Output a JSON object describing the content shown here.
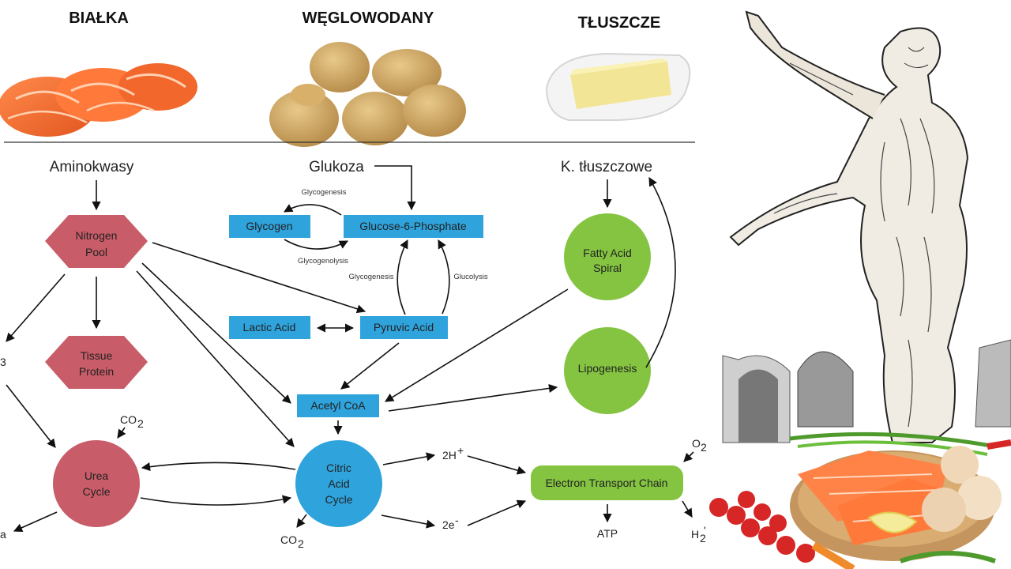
{
  "headers": {
    "proteins": "BIAŁKA",
    "carbs": "WĘGLOWODANY",
    "fats": "TŁUSZCZE"
  },
  "sources": {
    "amino": "Aminokwasy",
    "glucose": "Glukoza",
    "fatty": "K. tłuszczowe"
  },
  "nodes": {
    "nitrogen_pool": [
      "Nitrogen",
      "Pool"
    ],
    "tissue_protein": [
      "Tissue",
      "Protein"
    ],
    "urea_cycle": [
      "Urea",
      "Cycle"
    ],
    "glycogen": "Glycogen",
    "g6p": "Glucose-6-Phosphate",
    "lactic": "Lactic Acid",
    "pyruvic": "Pyruvic Acid",
    "acetyl": "Acetyl CoA",
    "citric": [
      "Citric",
      "Acid",
      "Cycle"
    ],
    "fatty_spiral": [
      "Fatty Acid",
      "Spiral"
    ],
    "lipogenesis": "Lipogenesis",
    "etc": "Electron Transport Chain"
  },
  "edge_labels": {
    "glycogenesis_top": "Glycogenesis",
    "glycogenolysis": "Glycogenolysis",
    "glycogenesis_side": "Glycogenesis",
    "glucolysis": "Glucolysis"
  },
  "annotations": {
    "co2": "CO",
    "co2_sub": "2",
    "h_plus": "2H",
    "h_sup": "+",
    "e_minus": "2e",
    "e_sup": "-",
    "o2": "O",
    "o2_sub": "2",
    "atp": "ATP",
    "h2": "H",
    "h2_sub": "2",
    "h2_cut": "'",
    "left_partial_top": "3",
    "left_partial_bottom": "a"
  },
  "colors": {
    "protein": "#c85c68",
    "carb": "#2fa3dc",
    "fat": "#84c441",
    "arrow": "#111111"
  },
  "images": [
    "salmon-image",
    "potatoes-image",
    "butter-image",
    "anatomy-illustration",
    "food-plate-image"
  ]
}
